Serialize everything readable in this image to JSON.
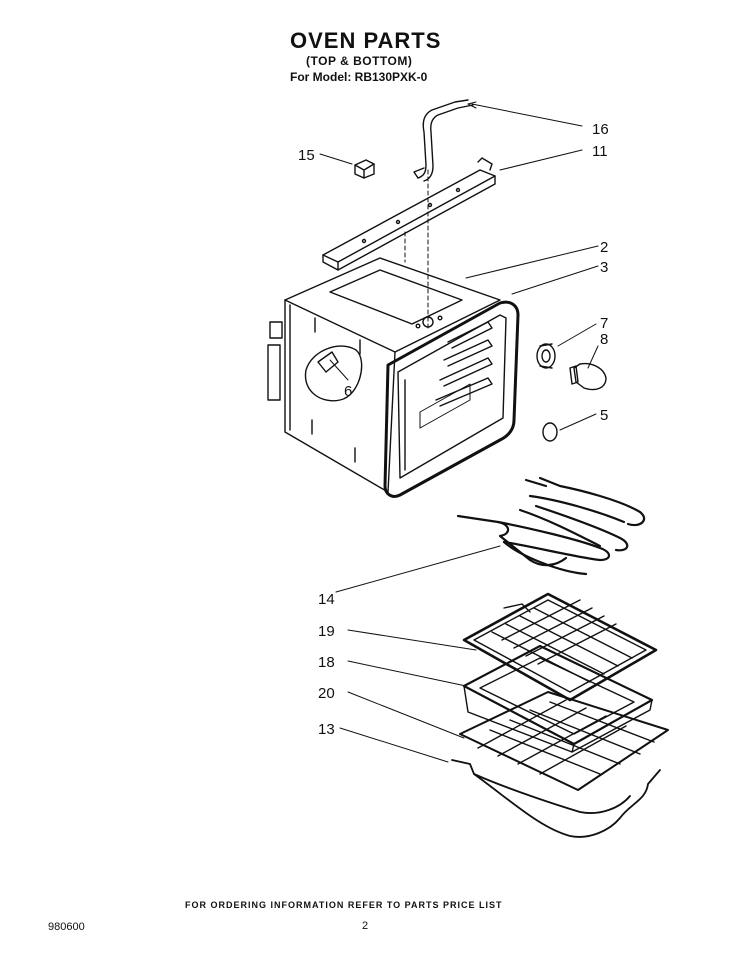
{
  "header": {
    "title": "OVEN PARTS",
    "subtitle": "(TOP & BOTTOM)",
    "model_line": "For Model: RB130PXK-0"
  },
  "callouts": [
    "16",
    "11",
    "15",
    "2",
    "3",
    "7",
    "8",
    "6",
    "5",
    "14",
    "19",
    "18",
    "20",
    "13"
  ],
  "footer": {
    "ordering_note": "FOR ORDERING INFORMATION REFER TO PARTS PRICE LIST",
    "doc_number": "980600",
    "page_number": "2"
  }
}
